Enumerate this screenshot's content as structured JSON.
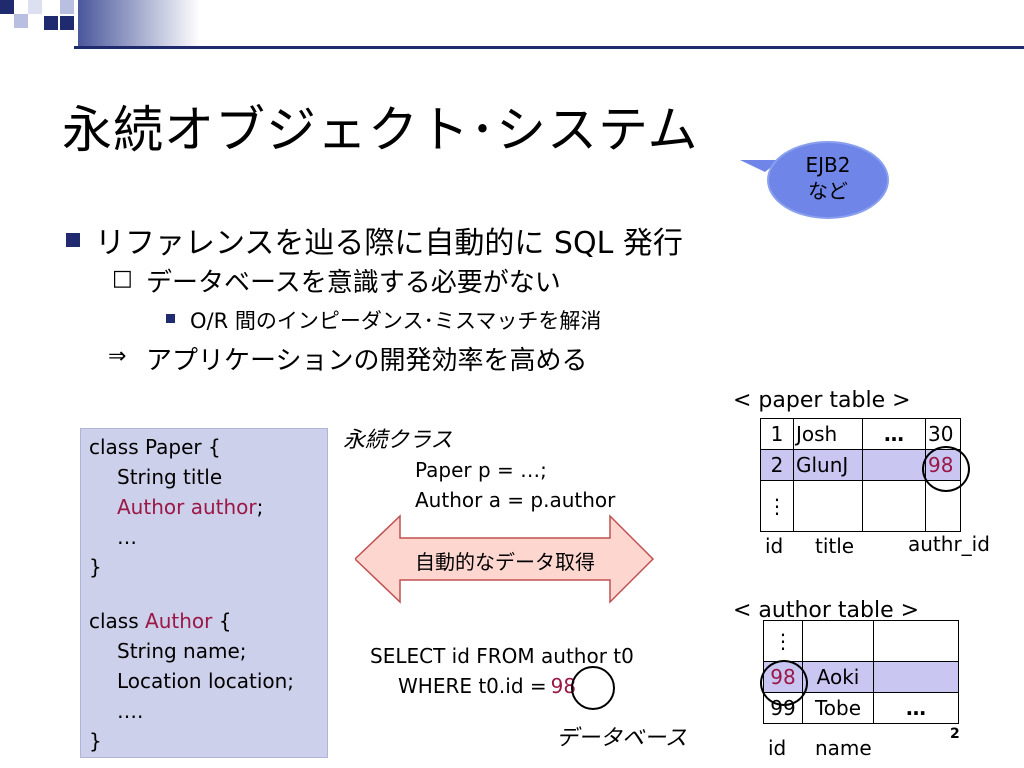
{
  "slide": {
    "title": "永続オブジェクト･システム",
    "callout": {
      "line1": "EJB2",
      "line2": "など"
    },
    "bullets": {
      "l1": "リファレンスを辿る際に自動的に SQL 発行",
      "l2a": "データベースを意識する必要がない",
      "l3": "O/R 間のインピーダンス･ミスマッチを解消",
      "l2b": "アプリケーションの開発効率を高める",
      "l2a_marker": "□",
      "l2b_marker": "⇒"
    },
    "code": {
      "lines": [
        "class Paper {",
        "String title",
        "Author author",
        ";",
        "…",
        "}",
        "class ",
        "Author",
        " {",
        "String name;",
        "Location location;",
        "….",
        "}"
      ]
    },
    "persistent_class_label": "永続クラス",
    "code_snippet": {
      "line1": "Paper p = …;",
      "line2": "Author a = p.author"
    },
    "arrow_label": "自動的なデータ取得",
    "sql": {
      "line1": "SELECT id FROM author t0",
      "line2": "WHERE t0.id =",
      "value": "98"
    },
    "database_label": "データベース",
    "paper_table": {
      "caption": "< paper table >",
      "rows": [
        {
          "id": "1",
          "title": "Josh",
          "extra": "…",
          "author": "30"
        },
        {
          "id": "2",
          "title": "GlunJ",
          "extra": "",
          "author": "98"
        },
        {
          "id": "⋮",
          "title": "",
          "extra": "",
          "author": ""
        }
      ],
      "col_labels": {
        "id": "id",
        "title": "title",
        "author": "authr_id"
      }
    },
    "author_table": {
      "caption": "< author table >",
      "rows": [
        {
          "id": "⋮",
          "name": "",
          "extra": ""
        },
        {
          "id": "98",
          "name": "Aoki",
          "extra": ""
        },
        {
          "id": "99",
          "name": "Tobe",
          "extra": "…"
        }
      ],
      "col_labels": {
        "id": "id",
        "name": "name"
      }
    },
    "page_number": "2",
    "colors": {
      "accent_red": "#9a1746",
      "highlight": "#c9c6f2",
      "callout": "#6f86e8",
      "arrow_fill": "#fdd6d0",
      "code_bg": "#cdd0ea"
    }
  }
}
